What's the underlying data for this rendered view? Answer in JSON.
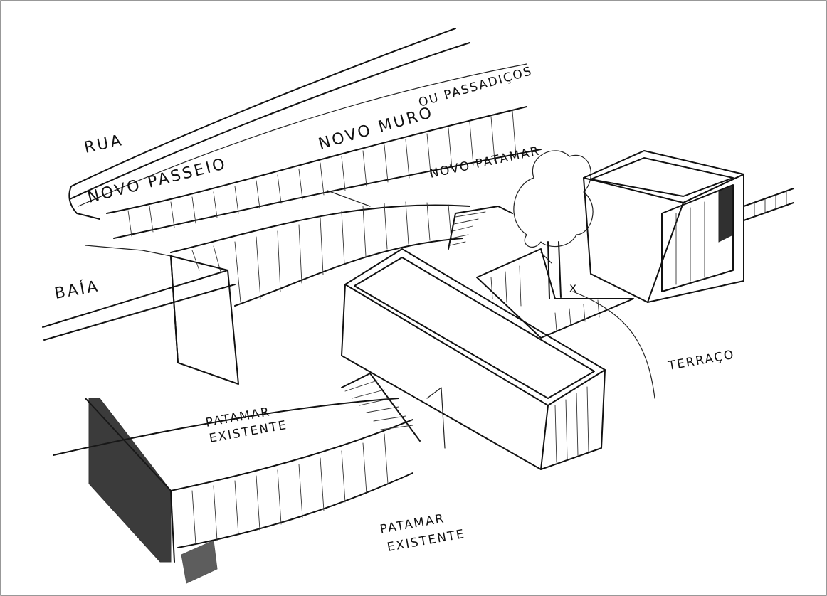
{
  "labels": {
    "rua": "RUA",
    "novo_passeio": "NOVO PASSEIO",
    "novo_muro": "NOVO MURO",
    "ou_passadicos": "OU PASSADIÇOS",
    "novo_patamar": "NOVO PATAMAR",
    "baia": "BAÍA",
    "terraco": "TERRAÇO",
    "patamar_existente_1_line1": "PATAMAR",
    "patamar_existente_1_line2": "EXISTENTE",
    "patamar_existente_2_line1": "PATAMAR",
    "patamar_existente_2_line2": "EXISTENTE"
  }
}
